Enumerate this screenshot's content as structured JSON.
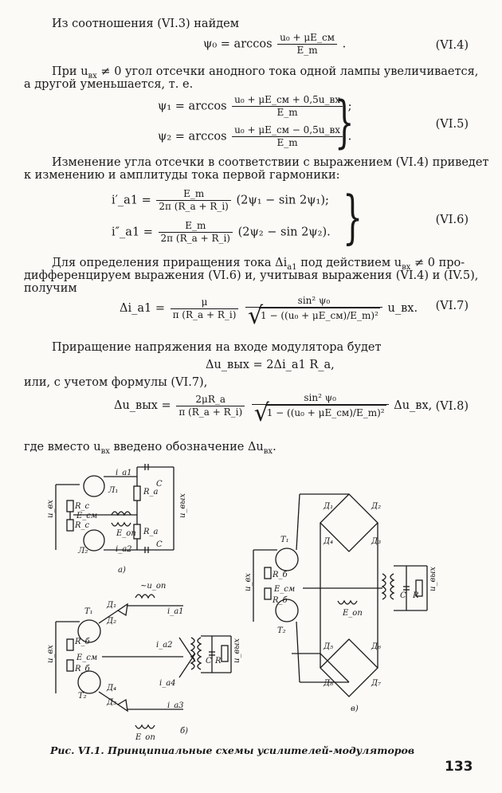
{
  "paragraphs": {
    "p1": "Из соотношения (VI.3) найдем",
    "p2a": "При u",
    "p2sub": "вх",
    "p2b": " ≠ 0 угол отсечки анодного тока одной лампы  увеличивается,",
    "p2c": "а другой  уменьшается, т. е.",
    "p3a": "Изменение угла отсечки в соответствии с выражением (VI.4) приведет",
    "p3b": "к изменению и амплитуды тока первой гармоники:",
    "p4a": "Для определения приращения тока Δi",
    "p4sub": "a1",
    "p4b": " под действием u",
    "p4sub2": "вх",
    "p4c": " ≠ 0 про-",
    "p4d": "дифференцируем выражения (VI.6) и, учитывая выражения (VI.4) и (IV.5),",
    "p4e": "получим",
    "p5": "Приращение напряжения на входе модулятора будет",
    "p6": "или, с учетом формулы (VI.7),",
    "p7": "где вместо u",
    "p7sub": "вх",
    "p7b": " введено обозначение Δu",
    "p7sub2": "вх",
    "p7c": "."
  },
  "equations": {
    "eq4": {
      "lhs": "ψ₀ = arccos",
      "num": "u₀ + μE_см",
      "den": "E_m",
      "tail": ".",
      "number": "(VI.4)"
    },
    "eq5a": {
      "lhs": "ψ₁ = arccos",
      "num": "u₀ + μE_см + 0,5u_вх",
      "den": "E_m",
      "tail": ";"
    },
    "eq5b": {
      "lhs": "ψ₂ = arccos",
      "num": "u₀ + μE_см − 0,5u_вх",
      "den": "E_m",
      "tail": ".",
      "number": "(VI.5)"
    },
    "eq6a": {
      "lhs": "i′_a1 =",
      "num": "E_m",
      "den": "2π (R_a + R_i)",
      "tail": "(2ψ₁ − sin 2ψ₁);"
    },
    "eq6b": {
      "lhs": "i″_a1 =",
      "num": "E_m",
      "den": "2π (R_a + R_i)",
      "tail": "(2ψ₂ − sin 2ψ₂).",
      "number": "(VI.6)"
    },
    "eq7": {
      "lhs": "Δi_a1 =",
      "num": "μ",
      "den": "π (R_a + R_i)",
      "num2": "sin² ψ₀",
      "root": "1 − ((u₀ + μE_см)/E_m)²",
      "tail": "u_вх.",
      "number": "(VI.7)"
    },
    "eqmid": {
      "text": "Δu_вых = 2Δi_a1 R_a,"
    },
    "eq8": {
      "lhs": "Δu_вых =",
      "num": "2μR_a",
      "den": "π (R_a + R_i)",
      "num2": "sin² ψ₀",
      "root": "1 − ((u₀ + μE_см)/E_m)²",
      "tail": "Δu_вх,",
      "number": "(VI.8)"
    }
  },
  "figure": {
    "labels_a": {
      "ia1": "i_a1",
      "ia2": "i_a2",
      "L1": "Л₁",
      "L2": "Л₂",
      "C": "C",
      "Ra": "R_a",
      "Rc": "R_c",
      "Ecm": "E_см",
      "Eon": "E_оп",
      "uvx": "u_вх",
      "uvyx": "u_вых",
      "tag": "а)"
    },
    "labels_b": {
      "uon": "~u_оп",
      "T1": "T₁",
      "T2": "T₂",
      "D1": "Д₁",
      "D2": "Д₂",
      "D3": "Д₃",
      "D4": "Д₄",
      "ia1": "i_a1",
      "ia2": "i_a2",
      "ia3": "i_a3",
      "ia4": "i_a4",
      "Rb": "R_б",
      "Ecm": "E_см",
      "Eon": "E_оп",
      "C": "C",
      "R": "R",
      "uvx": "u_вх",
      "uvyx": "u_вых",
      "tag": "б)"
    },
    "labels_c": {
      "T1": "T₁",
      "T2": "T₂",
      "D1": "Д₁",
      "D2": "Д₂",
      "D3": "Д₃",
      "D4": "Д₄",
      "D5": "Д₅",
      "D6": "Д₆",
      "D7": "Д₇",
      "D8": "Д₈",
      "Rb": "R_б",
      "Ecm": "E_см",
      "Eon": "E_оп",
      "C": "C",
      "R": "R",
      "uvx": "u_вх",
      "uvyx": "u_вых",
      "tag": "в)"
    }
  },
  "caption": "Рис. VI.1. Принципиальные схемы усилителей-модуляторов",
  "page_number": "133"
}
